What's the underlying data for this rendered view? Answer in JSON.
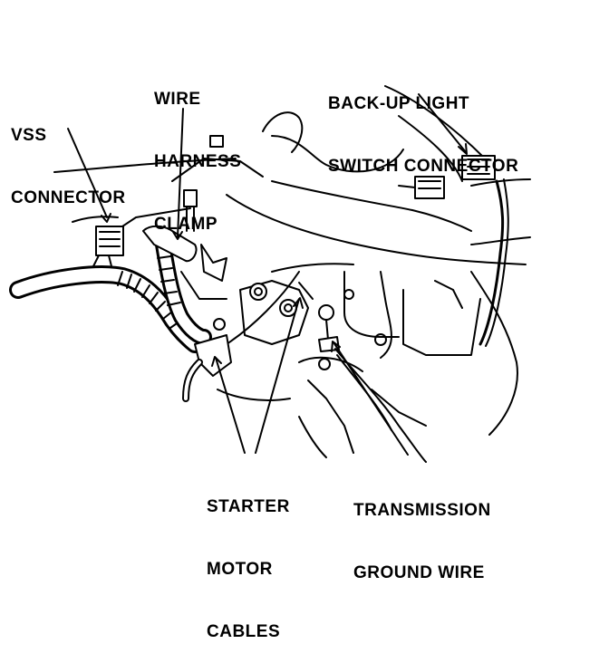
{
  "labels": {
    "vss_connector": [
      "VSS",
      "CONNECTOR"
    ],
    "wire_harness_clamp": [
      "WIRE",
      "HARNESS",
      "CLAMP"
    ],
    "backup_light_switch_connector": [
      "BACK-UP LIGHT",
      "SWITCH CONNECTOR"
    ],
    "starter_motor_cables": [
      "STARTER",
      "MOTOR",
      "CABLES"
    ],
    "transmission_ground_wire": [
      "TRANSMISSION",
      "GROUND WIRE"
    ]
  },
  "colors": {
    "ink": "#000000",
    "paper": "#ffffff"
  }
}
